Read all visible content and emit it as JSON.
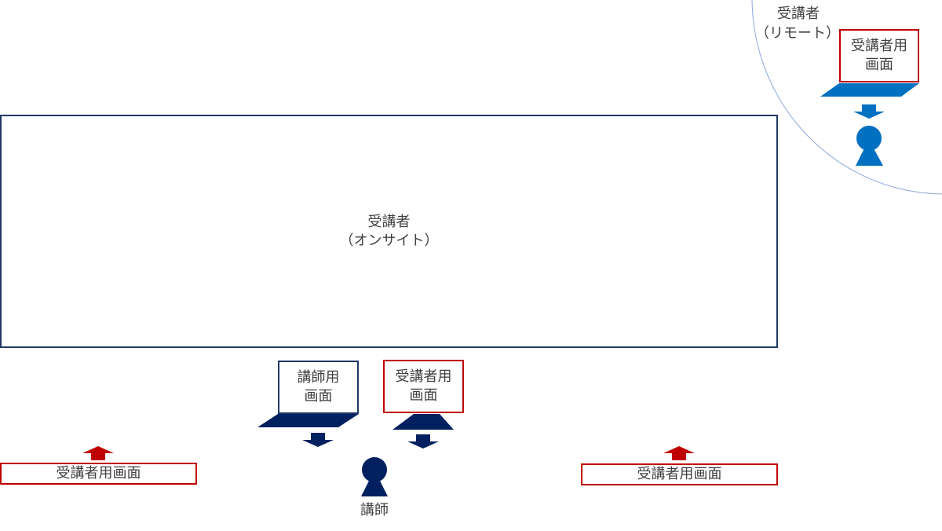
{
  "colors": {
    "navy": "#002060",
    "red": "#c00000",
    "blue": "#0070c0",
    "arc": "#8eaadb"
  },
  "onsite_area": {
    "line1": "受講者",
    "line2": "（オンサイト）"
  },
  "remote_area": {
    "line1": "受講者",
    "line2": "（リモート）",
    "screen_line1": "受講者用",
    "screen_line2": "画面"
  },
  "instructor_screen": {
    "line1": "講師用",
    "line2": "画面"
  },
  "student_screen_center": {
    "line1": "受講者用",
    "line2": "画面"
  },
  "instructor_label": "講師",
  "left_screen": "受講者用画面",
  "right_screen": "受講者用画面"
}
